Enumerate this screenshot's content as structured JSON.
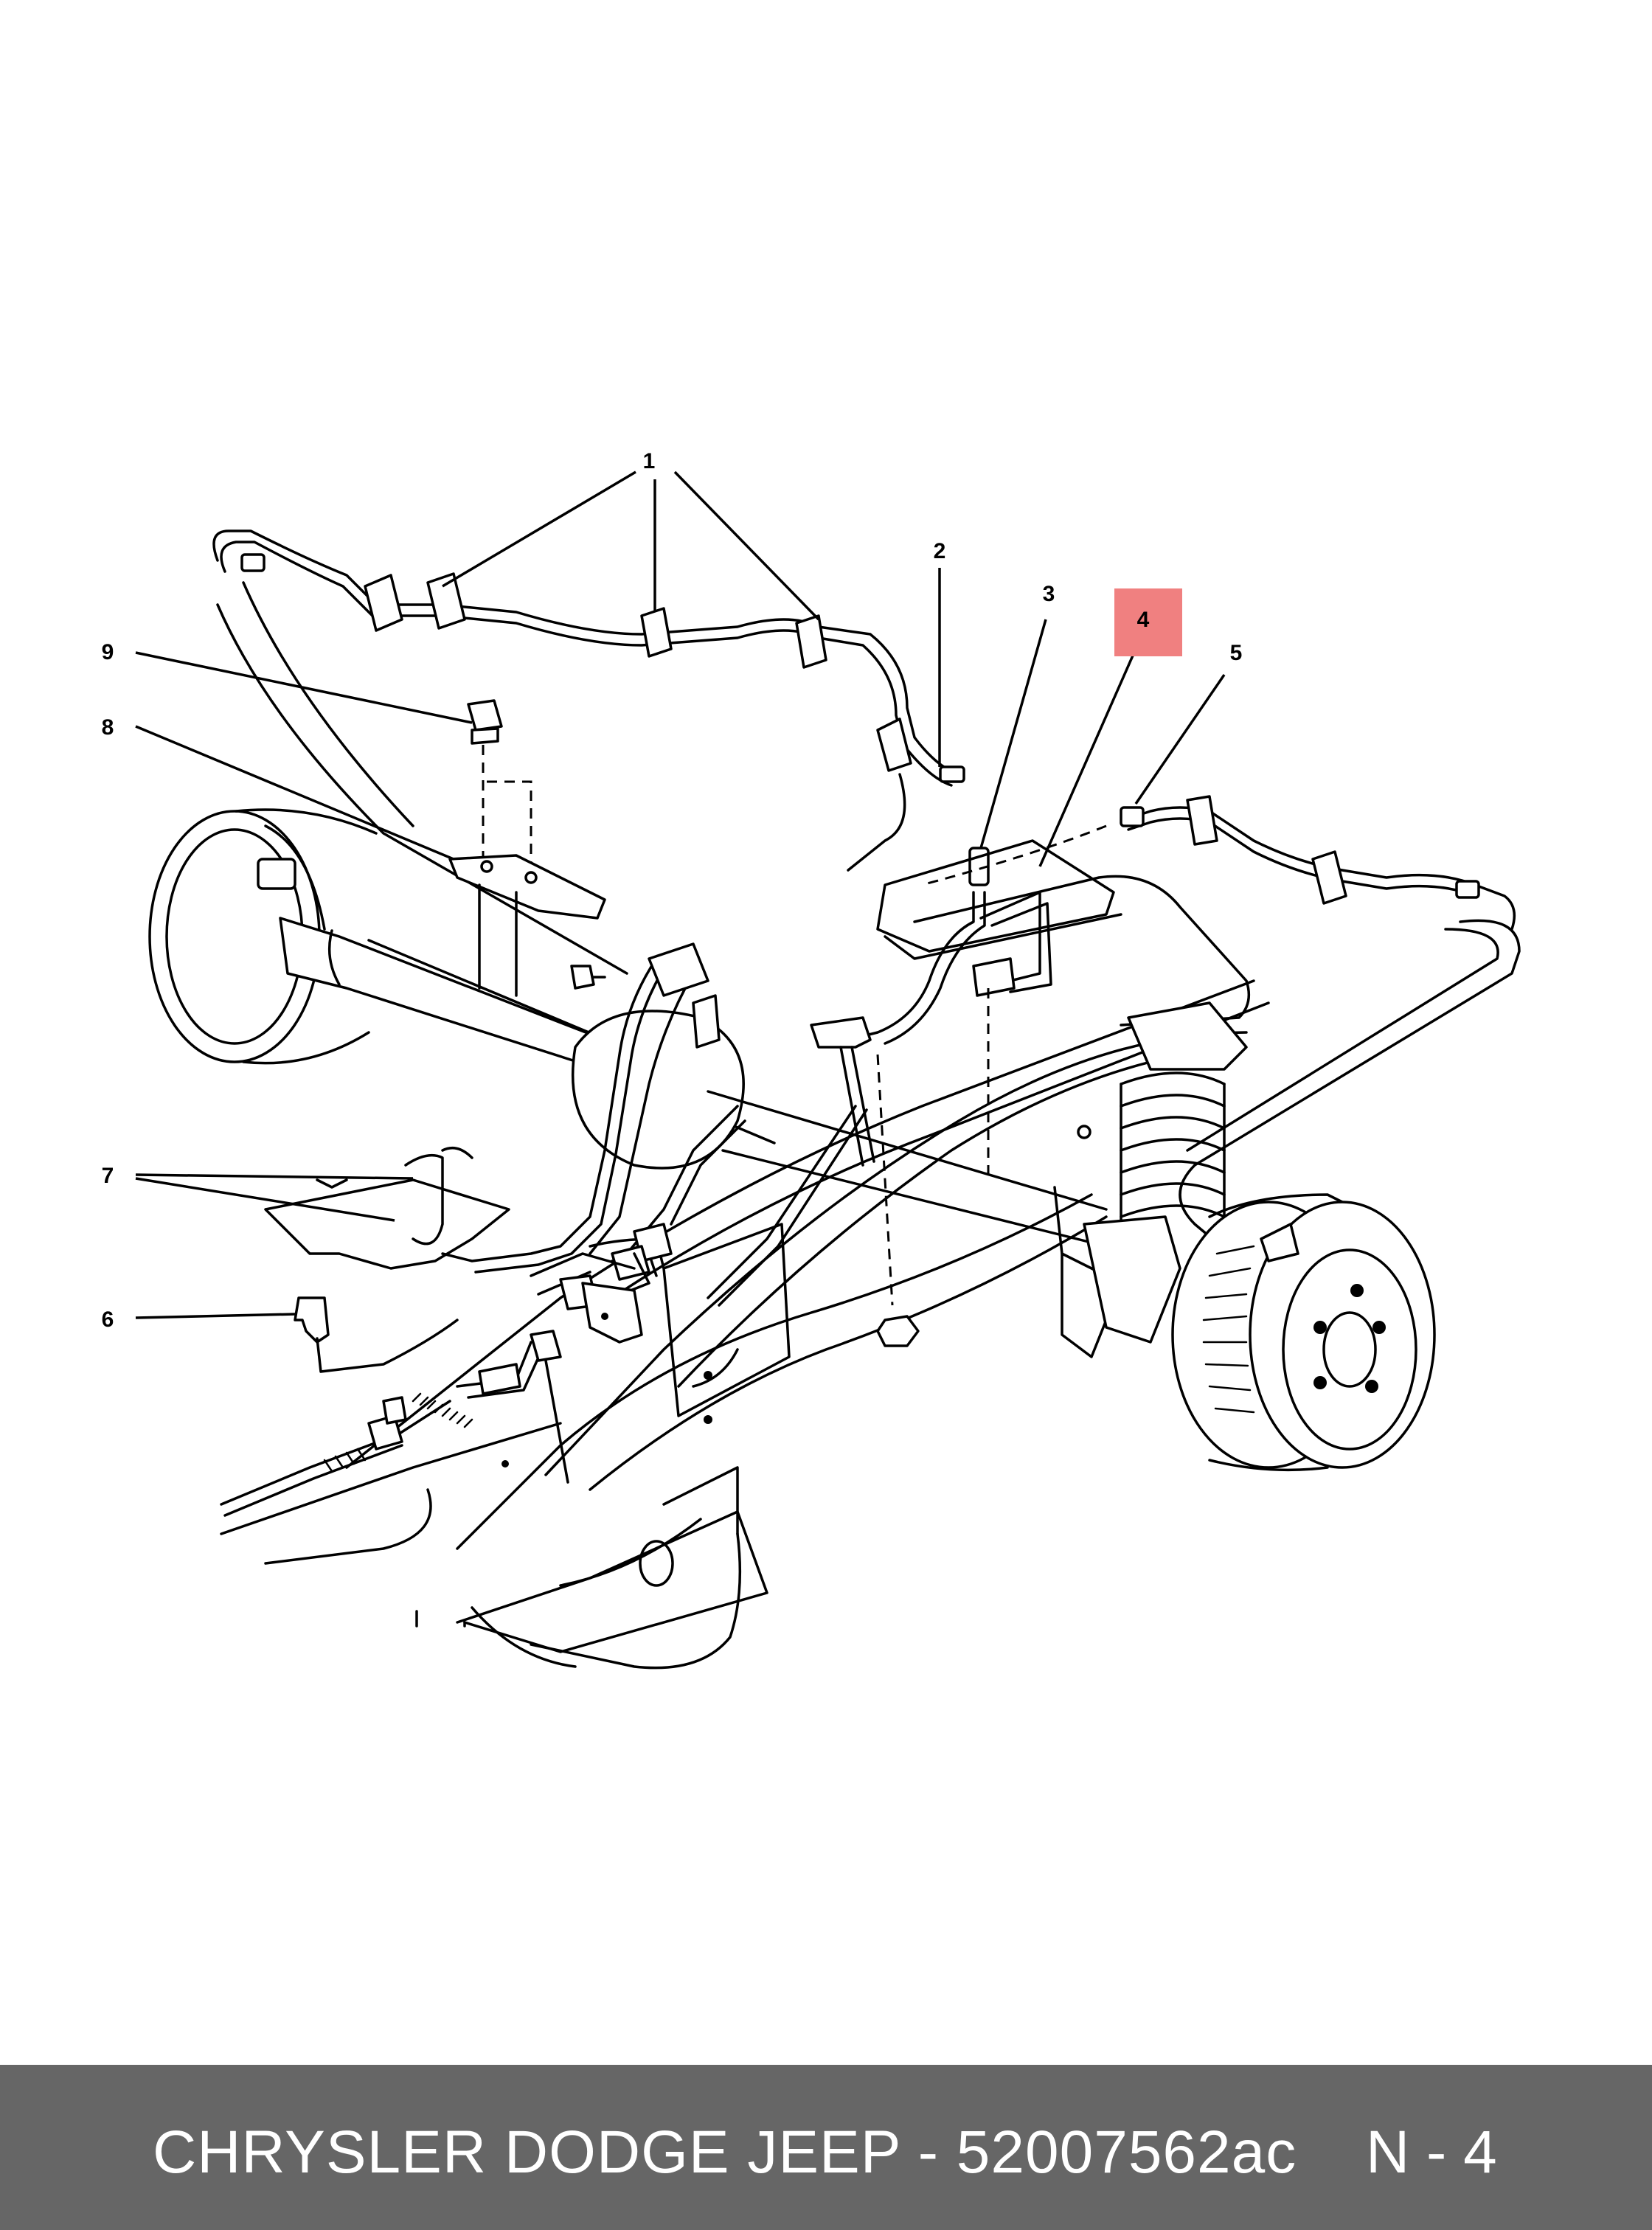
{
  "diagram": {
    "callouts": [
      "1",
      "2",
      "3",
      "4",
      "5",
      "6",
      "7",
      "8",
      "9"
    ],
    "highlighted_callout": "4",
    "highlight_color": "#f08080"
  },
  "footer": {
    "title": "CHRYSLER DODGE JEEP - 52007562ac",
    "page": "N - 4",
    "background_color": "#666666",
    "text_color": "#ffffff"
  }
}
